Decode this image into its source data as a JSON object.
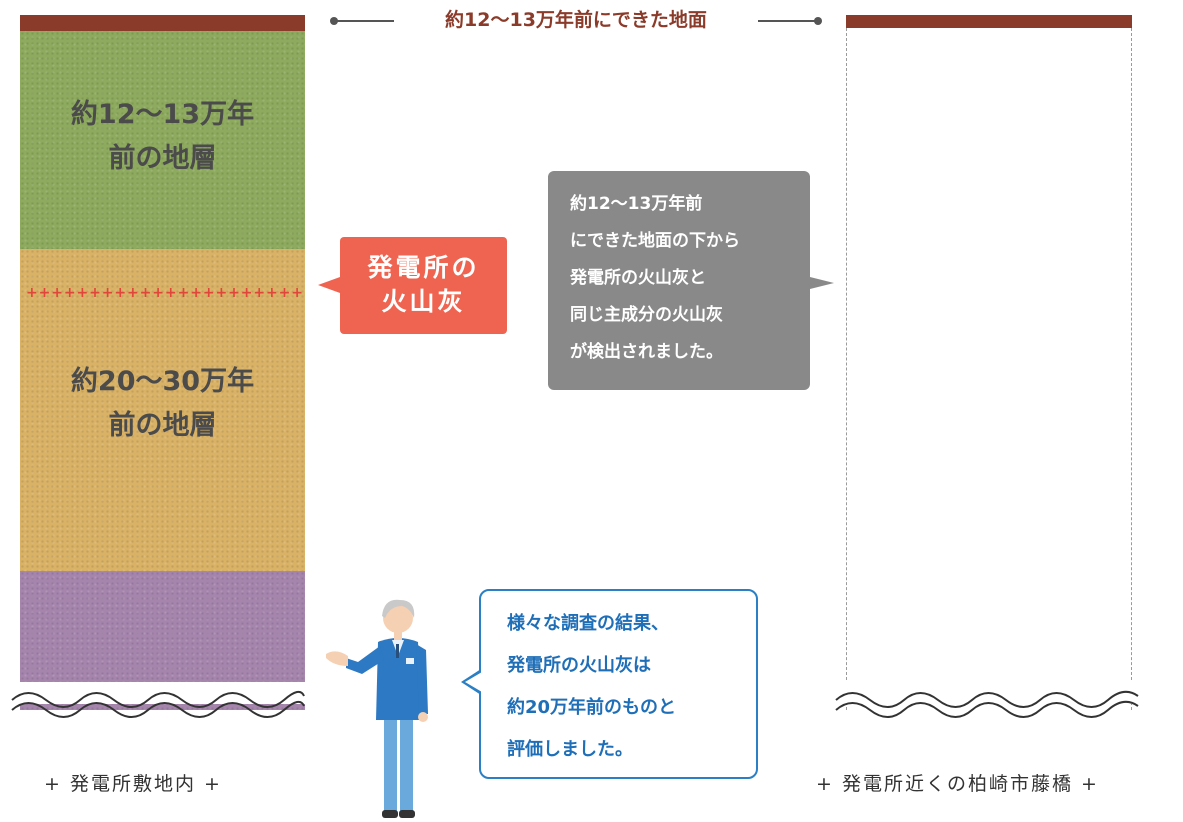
{
  "ground_surface": {
    "label": "約12〜13万年前にできた地面"
  },
  "left_column": {
    "upper_layer_label_line1": "約12〜13万年",
    "upper_layer_label_line2": "前の地層",
    "lower_layer_label_line1": "約20〜30万年",
    "lower_layer_label_line2": "前の地層",
    "ash_marker": "+++++++++++++++++++++++++",
    "caption": "+ 発電所敷地内 +"
  },
  "right_column": {
    "caption": "+ 発電所近くの柏崎市藤橋 +"
  },
  "ash_callout": {
    "line1": "発電所の",
    "line2": "火山灰"
  },
  "gray_callout": {
    "line1": "約12〜13万年前",
    "line2": "にできた地面の下から",
    "line3": "発電所の火山灰と",
    "line4": "同じ主成分の火山灰",
    "line5": "が検出されました。"
  },
  "speech_bubble": {
    "line1": "様々な調査の結果、",
    "line2": "発電所の火山灰は",
    "line3": "約20万年前のものと",
    "line4": "評価しました。"
  },
  "colors": {
    "topsoil": "#8a3b2a",
    "layer_green": "#8daa5e",
    "layer_yellow": "#d9b266",
    "layer_purple": "#a685ad",
    "ash_red": "#ef6450",
    "callout_gray": "#898989",
    "bubble_blue": "#2b7fc4"
  },
  "icons": [
    "wave-break-icon",
    "researcher-figure"
  ]
}
